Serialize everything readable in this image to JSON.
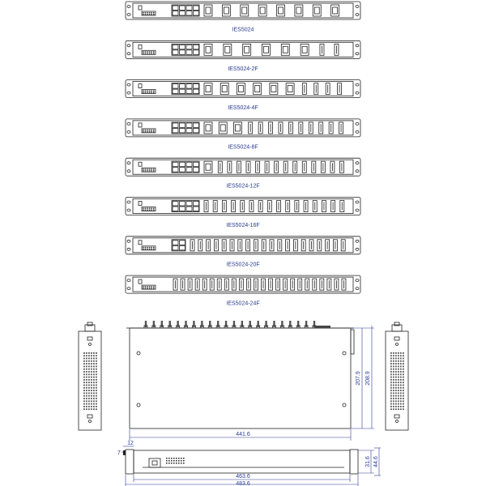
{
  "models": [
    {
      "name": "IES5024",
      "rj45_cols": 4,
      "combo": 8,
      "fiber": 0
    },
    {
      "name": "IES5024-2F",
      "rj45_cols": 4,
      "combo": 6,
      "fiber": 2
    },
    {
      "name": "IES5024-4F",
      "rj45_cols": 4,
      "combo": 6,
      "fiber": 4
    },
    {
      "name": "IES5024-8F",
      "rj45_cols": 4,
      "combo": 3,
      "fiber": 10
    },
    {
      "name": "IES5024-12F",
      "rj45_cols": 4,
      "combo": 1,
      "fiber": 14
    },
    {
      "name": "IES5024-16F",
      "rj45_cols": 4,
      "combo": 0,
      "fiber": 16
    },
    {
      "name": "IES5024-20F",
      "rj45_cols": 2,
      "combo": 0,
      "fiber": 20
    },
    {
      "name": "IES5024-24F",
      "rj45_cols": 0,
      "combo": 0,
      "fiber": 24
    }
  ],
  "dimensions": {
    "top_width": "441.6",
    "depth_inner": "207.9",
    "depth_outer": "208.9",
    "front_width_body": "463.6",
    "front_width_ears": "483.6",
    "height_body": "31.6",
    "height_ear": "44.6",
    "ear_offset": "12",
    "ear_small": "7"
  },
  "top_connectors": 22
}
